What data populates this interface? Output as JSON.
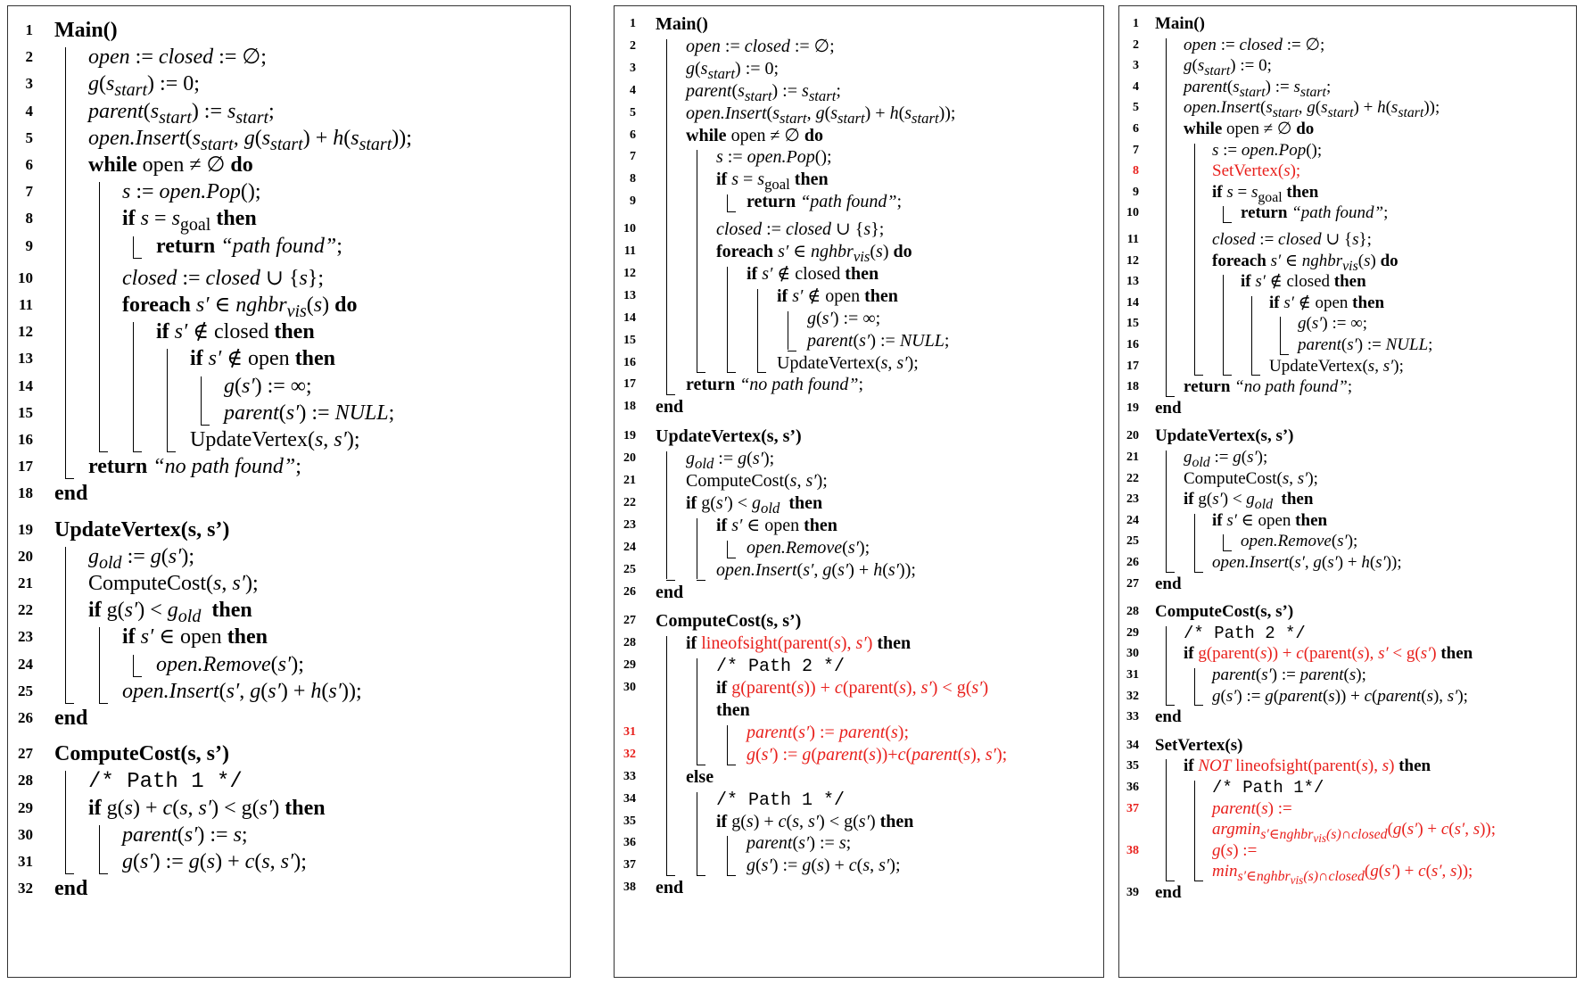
{
  "panels": [
    {
      "font_px": 24,
      "lines": [
        [
          "1",
          "<b>Main()</b>",
          0
        ],
        [
          "2",
          "<i>open</i> := <i>closed</i> := ∅;",
          1
        ],
        [
          "3",
          "<i>g</i>(<i>s</i><sub><i>start</i></sub>) := 0;",
          1
        ],
        [
          "4",
          "<i>parent</i>(<i>s</i><sub><i>start</i></sub>) := <i>s</i><sub><i>start</i></sub>;",
          1
        ],
        [
          "5",
          "<i>open.Insert</i>(<i>s</i><sub><i>start</i></sub>, <i>g</i>(<i>s</i><sub><i>start</i></sub>) + <i>h</i>(<i>s</i><sub><i>start</i></sub>));",
          1
        ],
        [
          "6",
          "<b>while</b> open ≠ ∅ <b>do</b>",
          1
        ],
        [
          "7",
          "<i>s</i> := <i>open.Pop</i>();",
          2
        ],
        [
          "8",
          "<b>if</b> <i>s</i> = <i>s</i><sub>goal</sub> <b>then</b>",
          2
        ],
        [
          "9",
          "<b>return</b> <i>“path found”</i>;",
          3
        ],
        [
          "10",
          "<i>closed</i> := <i>closed</i> ∪ {<i>s</i>};",
          2
        ],
        [
          "11",
          "<b>foreach</b> <i>s′</i> ∈ <i>nghbr</i><sub><i>vis</i></sub>(<i>s</i>) <b>do</b>",
          2
        ],
        [
          "12",
          "<b>if</b> <i>s′</i> ∉ closed <b>then</b>",
          3
        ],
        [
          "13",
          "<b>if</b> <i>s′</i> ∉ open <b>then</b>",
          4
        ],
        [
          "14",
          "<i>g</i>(<i>s′</i>) := ∞;",
          5
        ],
        [
          "15",
          "<i>parent</i>(<i>s′</i>) := <i>NULL</i>;",
          5
        ],
        [
          "16",
          "UpdateVertex(<i>s</i>, <i>s′</i>);",
          4
        ],
        [
          "17",
          "<b>return</b> <i>“no path found”</i>;",
          1
        ],
        [
          "18",
          "<b>end</b>",
          0
        ],
        [
          "19",
          "<b>UpdateVertex(s, s’)</b>",
          0
        ],
        [
          "20",
          "<i>g</i><sub><i>old</i></sub> := <i>g</i>(<i>s′</i>);",
          1
        ],
        [
          "21",
          "ComputeCost(<i>s</i>, <i>s′</i>);",
          1
        ],
        [
          "22",
          "<b>if</b> g(<i>s′</i>) &lt; <i>g</i><sub><i>old</i></sub> &nbsp;<b>then</b>",
          1
        ],
        [
          "23",
          "<b>if</b> <i>s′</i> ∈ open <b>then</b>",
          2
        ],
        [
          "24",
          "<i>open.Remove</i>(<i>s′</i>);",
          3
        ],
        [
          "25",
          "<i>open.Insert</i>(<i>s′</i>, <i>g</i>(<i>s′</i>) + <i>h</i>(<i>s′</i>));",
          2
        ],
        [
          "26",
          "<b>end</b>",
          0
        ],
        [
          "27",
          "<b>ComputeCost(s, s’)</b>",
          0
        ],
        [
          "28",
          "<span class='mono'>/* Path 1 */</span>",
          1
        ],
        [
          "29",
          "<b>if</b> g(<i>s</i>) + <i>c</i>(<i>s</i>, <i>s′</i>) &lt; g(<i>s′</i>) <b>then</b>",
          1
        ],
        [
          "30",
          "<i>parent</i>(<i>s′</i>) := <i>s</i>;",
          2
        ],
        [
          "31",
          "<i>g</i>(<i>s′</i>) := <i>g</i>(<i>s</i>) + <i>c</i>(<i>s</i>, <i>s′</i>);",
          2
        ],
        [
          "32",
          "<b>end</b>",
          0
        ]
      ]
    },
    {
      "font_px": 20,
      "lines": [
        [
          "1",
          "<b>Main()</b>",
          0
        ],
        [
          "2",
          "<i>open</i> := <i>closed</i> := ∅;",
          1
        ],
        [
          "3",
          "<i>g</i>(<i>s</i><sub><i>start</i></sub>) := 0;",
          1
        ],
        [
          "4",
          "<i>parent</i>(<i>s</i><sub><i>start</i></sub>) := <i>s</i><sub><i>start</i></sub>;",
          1
        ],
        [
          "5",
          "<i>open.Insert</i>(<i>s</i><sub><i>start</i></sub>, <i>g</i>(<i>s</i><sub><i>start</i></sub>) + <i>h</i>(<i>s</i><sub><i>start</i></sub>));",
          1
        ],
        [
          "6",
          "<b>while</b> open ≠ ∅ <b>do</b>",
          1
        ],
        [
          "7",
          "<i>s</i> := <i>open.Pop</i>();",
          2
        ],
        [
          "8",
          "<b>if</b> <i>s</i> = <i>s</i><sub>goal</sub> <b>then</b>",
          2
        ],
        [
          "9",
          "<b>return</b> <i>“path found”</i>;",
          3
        ],
        [
          "10",
          "<i>closed</i> := <i>closed</i> ∪ {<i>s</i>};",
          2
        ],
        [
          "11",
          "<b>foreach</b> <i>s′</i> ∈ <i>nghbr</i><sub><i>vis</i></sub>(<i>s</i>) <b>do</b>",
          2
        ],
        [
          "12",
          "<b>if</b> <i>s′</i> ∉ closed <b>then</b>",
          3
        ],
        [
          "13",
          "<b>if</b> <i>s′</i> ∉ open <b>then</b>",
          4
        ],
        [
          "14",
          "<i>g</i>(<i>s′</i>) := ∞;",
          5
        ],
        [
          "15",
          "<i>parent</i>(<i>s′</i>) := <i>NULL</i>;",
          5
        ],
        [
          "16",
          "UpdateVertex(<i>s</i>, <i>s′</i>);",
          4
        ],
        [
          "17",
          "<b>return</b> <i>“no path found”</i>;",
          1
        ],
        [
          "18",
          "<b>end</b>",
          0
        ],
        [
          "19",
          "<b>UpdateVertex(s, s’)</b>",
          0
        ],
        [
          "20",
          "<i>g</i><sub><i>old</i></sub> := <i>g</i>(<i>s′</i>);",
          1
        ],
        [
          "21",
          "ComputeCost(<i>s</i>, <i>s′</i>);",
          1
        ],
        [
          "22",
          "<b>if</b> g(<i>s′</i>) &lt; <i>g</i><sub><i>old</i></sub> &nbsp;<b>then</b>",
          1
        ],
        [
          "23",
          "<b>if</b> <i>s′</i> ∈ open <b>then</b>",
          2
        ],
        [
          "24",
          "<i>open.Remove</i>(<i>s′</i>);",
          3
        ],
        [
          "25",
          "<i>open.Insert</i>(<i>s′</i>, <i>g</i>(<i>s′</i>) + <i>h</i>(<i>s′</i>));",
          2
        ],
        [
          "26",
          "<b>end</b>",
          0
        ],
        [
          "27",
          "<b>ComputeCost(s, s’)</b>",
          0
        ],
        [
          "28",
          "<b>if</b> <span class='red'>lineofsight(parent(<i>s</i>), <i>s′</i>)</span> <b>then</b>",
          1
        ],
        [
          "29",
          "<span class='mono'>/* Path 2 */</span>",
          2
        ],
        [
          "30",
          "<b>if</b> <span class='red'>g(parent(<i>s</i>)) + <i>c</i>(parent(<i>s</i>), <i>s′</i>) &lt; g(<i>s′</i>)</span>",
          2
        ],
        [
          "",
          "<b>then</b>",
          2
        ],
        [
          "31",
          "<span class='red'><i>parent</i>(<i>s′</i>) := <i>parent</i>(<i>s</i>);</span>",
          3
        ],
        [
          "32",
          "<span class='red'><i>g</i>(<i>s′</i>) := <i>g</i>(<i>parent</i>(<i>s</i>))+<i>c</i>(<i>parent</i>(<i>s</i>), <i>s′</i>);</span>",
          3
        ],
        [
          "33",
          "<b>else</b>",
          1
        ],
        [
          "34",
          "<span class='mono'>/* Path 1 */</span>",
          2
        ],
        [
          "35",
          "<b>if</b> g(<i>s</i>) + <i>c</i>(<i>s</i>, <i>s′</i>) &lt; g(<i>s′</i>) <b>then</b>",
          2
        ],
        [
          "36",
          "<i>parent</i>(<i>s′</i>) := <i>s</i>;",
          3
        ],
        [
          "37",
          "<i>g</i>(<i>s′</i>) := <i>g</i>(<i>s</i>) + <i>c</i>(<i>s</i>, <i>s′</i>);",
          3
        ],
        [
          "38",
          "<b>end</b>",
          0
        ]
      ]
    },
    {
      "font_px": 19,
      "lines": [
        [
          "1",
          "<b>Main()</b>",
          0
        ],
        [
          "2",
          "<i>open</i> := <i>closed</i> := ∅;",
          1
        ],
        [
          "3",
          "<i>g</i>(<i>s</i><sub><i>start</i></sub>) := 0;",
          1
        ],
        [
          "4",
          "<i>parent</i>(<i>s</i><sub><i>start</i></sub>) := <i>s</i><sub><i>start</i></sub>;",
          1
        ],
        [
          "5",
          "<i>open.Insert</i>(<i>s</i><sub><i>start</i></sub>, <i>g</i>(<i>s</i><sub><i>start</i></sub>) + <i>h</i>(<i>s</i><sub><i>start</i></sub>));",
          1
        ],
        [
          "6",
          "<b>while</b> open ≠ ∅ <b>do</b>",
          1
        ],
        [
          "7",
          "<i>s</i> := <i>open.Pop</i>();",
          2
        ],
        [
          "8",
          "<span class='red'>SetVertex(<i>s</i>);</span>",
          2
        ],
        [
          "9",
          "<b>if</b> <i>s</i> = <i>s</i><sub>goal</sub> <b>then</b>",
          2
        ],
        [
          "10",
          "<b>return</b> <i>“path found”</i>;",
          3
        ],
        [
          "11",
          "<i>closed</i> := <i>closed</i> ∪ {<i>s</i>};",
          2
        ],
        [
          "12",
          "<b>foreach</b> <i>s′</i> ∈ <i>nghbr</i><sub><i>vis</i></sub>(<i>s</i>) <b>do</b>",
          2
        ],
        [
          "13",
          "<b>if</b> <i>s′</i> ∉ closed <b>then</b>",
          3
        ],
        [
          "14",
          "<b>if</b> <i>s′</i> ∉ open <b>then</b>",
          4
        ],
        [
          "15",
          "<i>g</i>(<i>s′</i>) := ∞;",
          5
        ],
        [
          "16",
          "<i>parent</i>(<i>s′</i>) := <i>NULL</i>;",
          5
        ],
        [
          "17",
          "UpdateVertex(<i>s</i>, <i>s′</i>);",
          4
        ],
        [
          "18",
          "<b>return</b> <i>“no path found”</i>;",
          1
        ],
        [
          "19",
          "<b>end</b>",
          0
        ],
        [
          "20",
          "<b>UpdateVertex(s, s’)</b>",
          0
        ],
        [
          "21",
          "<i>g</i><sub><i>old</i></sub> := <i>g</i>(<i>s′</i>);",
          1
        ],
        [
          "22",
          "ComputeCost(<i>s</i>, <i>s′</i>);",
          1
        ],
        [
          "23",
          "<b>if</b> g(<i>s′</i>) &lt; <i>g</i><sub><i>old</i></sub> &nbsp;<b>then</b>",
          1
        ],
        [
          "24",
          "<b>if</b> <i>s′</i> ∈ open <b>then</b>",
          2
        ],
        [
          "25",
          "<i>open.Remove</i>(<i>s′</i>);",
          3
        ],
        [
          "26",
          "<i>open.Insert</i>(<i>s′</i>, <i>g</i>(<i>s′</i>) + <i>h</i>(<i>s′</i>));",
          2
        ],
        [
          "27",
          "<b>end</b>",
          0
        ],
        [
          "28",
          "<b>ComputeCost(s, s’)</b>",
          0
        ],
        [
          "29",
          "<span class='mono'>/* Path 2 */</span>",
          1
        ],
        [
          "30",
          "<b>if</b> <span class='red'>g(parent(<i>s</i>)) + <i>c</i>(parent(<i>s</i>), <i>s′</i> &lt; g(<i>s′</i>)</span> <b>then</b>",
          1
        ],
        [
          "31",
          "<i>parent</i>(<i>s′</i>) := <i>parent</i>(<i>s</i>);",
          2
        ],
        [
          "32",
          "<i>g</i>(<i>s′</i>) := <i>g</i>(<i>parent</i>(<i>s</i>)) + <i>c</i>(<i>parent</i>(<i>s</i>), <i>s′</i>);",
          2
        ],
        [
          "33",
          "<b>end</b>",
          0
        ],
        [
          "34",
          "<b>SetVertex(s)</b>",
          0
        ],
        [
          "35",
          "<b>if</b> <span class='red'><i>NOT</i> lineofsight(parent(<i>s</i>), <i>s</i>)</span> <b>then</b>",
          1
        ],
        [
          "36",
          "<span class='mono'>/* Path 1*/</span>",
          2
        ],
        [
          "37",
          "<span class='red'><i>parent</i>(<i>s</i>) :=</span>",
          2
        ],
        [
          "",
          "<span class='red'><i>argmin</i><sub><i>s′∈nghbr<sub>vis</sub>(s)∩closed</i></sub>(<i>g</i>(<i>s′</i>) + <i>c</i>(<i>s′</i>, <i>s</i>));</span>",
          2
        ],
        [
          "38",
          "<span class='red'><i>g</i>(<i>s</i>) :=</span>",
          2
        ],
        [
          "",
          "<span class='red'><i>min</i><sub><i>s′∈nghbr<sub>vis</sub>(s)∩closed</i></sub>(<i>g</i>(<i>s′</i>) + <i>c</i>(<i>s′</i>, <i>s</i>));</span>",
          2
        ],
        [
          "39",
          "<b>end</b>",
          0
        ]
      ]
    }
  ]
}
